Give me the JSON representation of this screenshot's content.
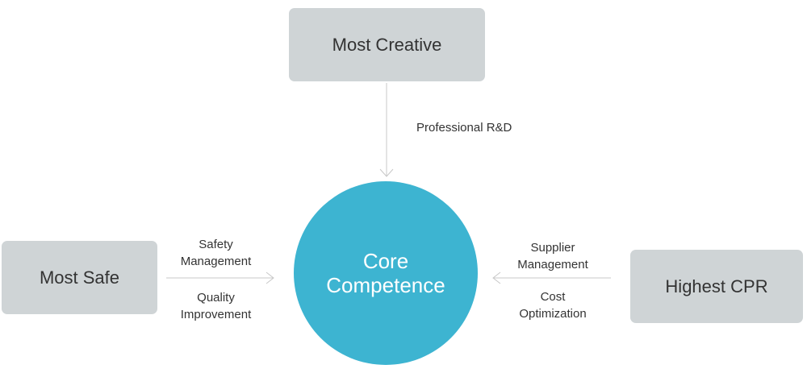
{
  "nodes": {
    "top": "Most Creative",
    "left": "Most Safe",
    "right": "Highest CPR",
    "center_line1": "Core",
    "center_line2": "Competence"
  },
  "edges": {
    "top": {
      "label": "Professional R&D"
    },
    "left": {
      "label_a_line1": "Safety",
      "label_a_line2": "Management",
      "label_b_line1": "Quality",
      "label_b_line2": "Improvement"
    },
    "right": {
      "label_a_line1": "Supplier",
      "label_a_line2": "Management",
      "label_b_line1": "Cost",
      "label_b_line2": "Optimization"
    }
  },
  "colors": {
    "box_fill": "#cfd4d6",
    "circle_fill": "#3db4d1",
    "text": "#333333",
    "arrow": "#c8c8c8"
  }
}
